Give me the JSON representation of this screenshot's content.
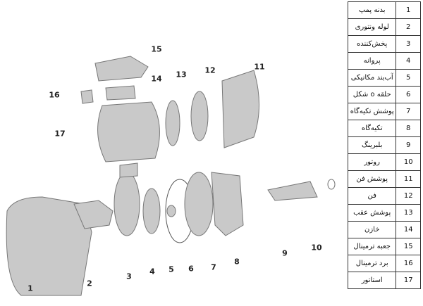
{
  "parts": [
    {
      "num": "1",
      "name": "بدنه پمپ"
    },
    {
      "num": "2",
      "name": "لوله ونتوری"
    },
    {
      "num": "3",
      "name": "پخش‌کننده"
    },
    {
      "num": "4",
      "name": "پروانه"
    },
    {
      "num": "5",
      "name": "آب‌بند مکانیکی"
    },
    {
      "num": "6",
      "name": "حلقه o شکل"
    },
    {
      "num": "7",
      "name": "پوشش تکیه‌گاه"
    },
    {
      "num": "8",
      "name": "تکیه‌گاه"
    },
    {
      "num": "9",
      "name": "بلبرینگ"
    },
    {
      "num": "10",
      "name": "روتور"
    },
    {
      "num": "11",
      "name": "پوشش فن"
    },
    {
      "num": "12",
      "name": "فن"
    },
    {
      "num": "13",
      "name": "پوشش عقب"
    },
    {
      "num": "14",
      "name": "خازن"
    },
    {
      "num": "15",
      "name": "جعبه ترمینال"
    },
    {
      "num": "16",
      "name": "برد ترمینال"
    },
    {
      "num": "17",
      "name": "استاتور"
    }
  ]
}
